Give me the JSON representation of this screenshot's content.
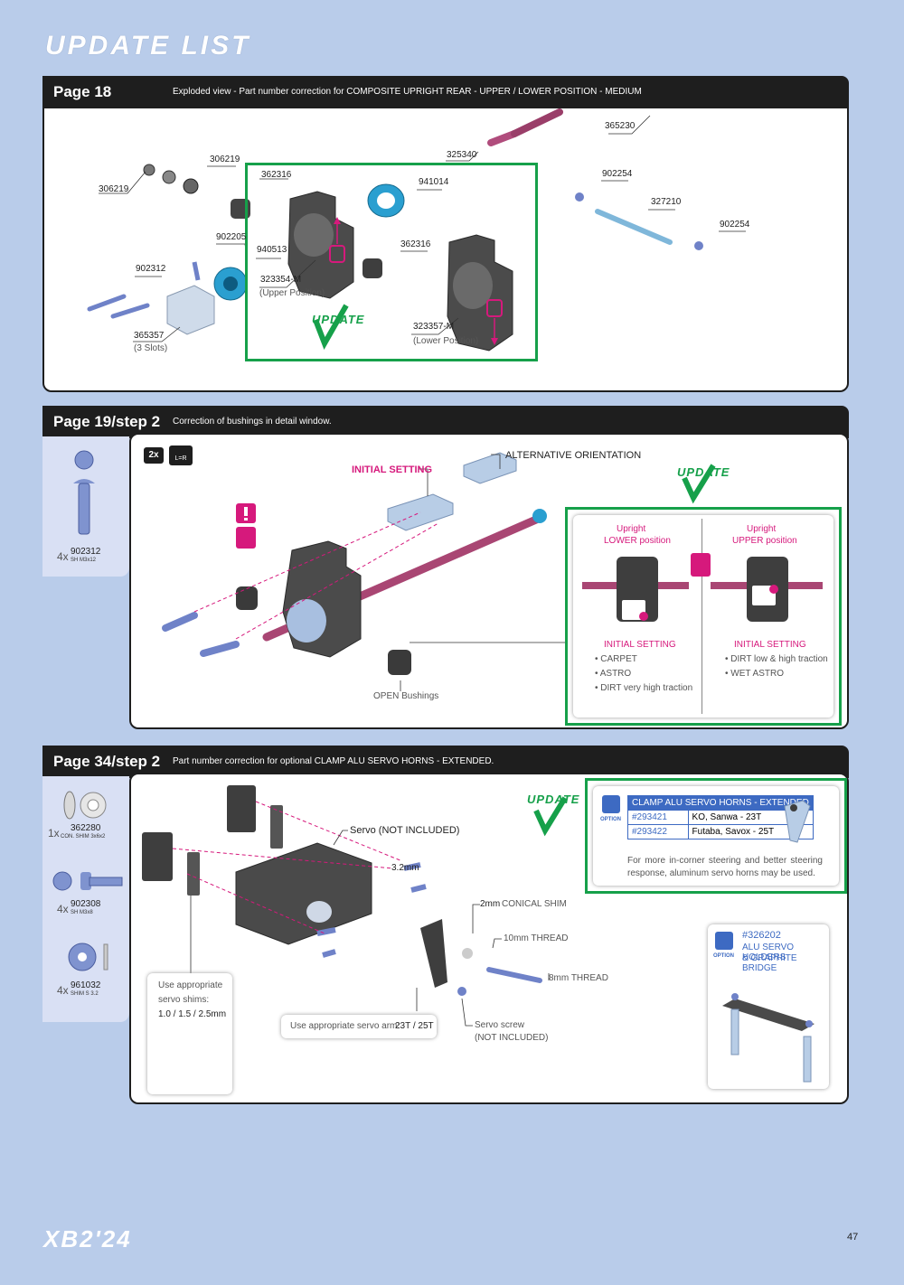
{
  "title": "UPDATE LIST",
  "update_stamp": "UPDATE",
  "sections": {
    "s1": {
      "page": "Page 18",
      "desc": "Exploded view - Part number correction for COMPOSITE UPRIGHT REAR - UPPER / LOWER POSITION - MEDIUM",
      "labels": {
        "p365230": "365230",
        "p325340": "325340",
        "p306219a": "306219",
        "p306219b": "306219",
        "p362316a": "362316",
        "p941014": "941014",
        "p902254a": "902254",
        "p327210": "327210",
        "p902254b": "902254",
        "p902205": "902205",
        "p940513": "940513",
        "p362316b": "362316",
        "p902312": "902312",
        "p323354": "323354-M",
        "upper_pos": "(Upper Position)",
        "p365357": "365357",
        "slots": "(3 Slots)",
        "p323357": "323357-M",
        "lower_pos": "(Lower Position)"
      }
    },
    "s2": {
      "page": "Page 19/step 2",
      "desc": "Correction of bushings in detail window.",
      "side": {
        "qty": "4x",
        "part": "902312",
        "sub": "SH M3x12"
      },
      "badge_2x": "2x",
      "lr": "L=R",
      "labels": {
        "alt_orient": "ALTERNATIVE ORIENTATION",
        "initial_setting": "INITIAL SETTING",
        "open_bushings": "OPEN Bushings"
      },
      "detail": {
        "left_title1": "Upright",
        "left_title2": "LOWER position",
        "right_title1": "Upright",
        "right_title2": "UPPER position",
        "left_setting": "INITIAL SETTING",
        "left_items": [
          "• CARPET",
          "• ASTRO",
          "• DIRT very high traction"
        ],
        "right_setting": "INITIAL SETTING",
        "right_items": [
          "• DIRT low & high traction",
          "• WET ASTRO"
        ]
      }
    },
    "s3": {
      "page": "Page 34/step 2",
      "desc": "Part number correction for optional CLAMP ALU SERVO HORNS - EXTENDED.",
      "side": [
        {
          "qty": "1x",
          "part": "362280",
          "sub": "CON. SHIM 3x6x2"
        },
        {
          "qty": "4x",
          "part": "902308",
          "sub": "SH M3x8"
        },
        {
          "qty": "4x",
          "part": "961032",
          "sub": "SHIM S 3.2"
        }
      ],
      "labels": {
        "servo": "Servo (NOT INCLUDED)",
        "mm32": "3.2mm",
        "conical_mm": "2mm",
        "conical": "CONICAL SHIM",
        "thread10": "10mm THREAD",
        "thread8": "8mm THREAD",
        "shims_note1": "Use appropriate",
        "shims_note2": "servo shims:",
        "shims_sizes": "1.0 / 1.5 / 2.5mm",
        "arm_note": "Use appropriate servo arm:",
        "arm_sizes": "23T / 25T",
        "screw1": "Servo screw",
        "screw2": "(NOT INCLUDED)"
      },
      "option_box": {
        "option": "OPTION",
        "title": "CLAMP ALU SERVO HORNS - EXTENDED",
        "rows": [
          {
            "part": "#293421",
            "desc": "KO, Sanwa - 23T"
          },
          {
            "part": "#293422",
            "desc": "Futaba, Savox - 25T"
          }
        ],
        "note": "For more in-corner steering and better steering response, aluminum servo horns may be used."
      },
      "option2": {
        "option": "OPTION",
        "part": "#326202",
        "line1": "ALU SERVO HOLDERS",
        "line2": "& GRAPHITE BRIDGE"
      }
    }
  },
  "footer": {
    "brand": "XB2'24",
    "page_number": "47"
  }
}
